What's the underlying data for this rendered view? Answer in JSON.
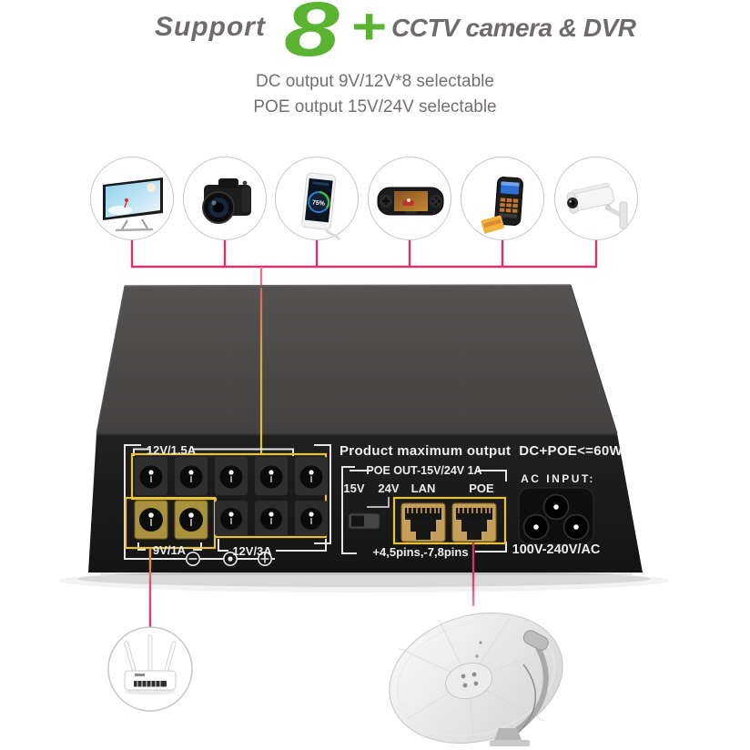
{
  "header": {
    "support": "Support",
    "count": "8",
    "plus": "+",
    "title": "CCTV camera & DVR",
    "subtitle1": "DC output 9V/12V*8 selectable",
    "subtitle2": "POE output 15V/24V selectable"
  },
  "supported_devices": [
    {
      "icon": "tv-icon"
    },
    {
      "icon": "dslr-camera-icon"
    },
    {
      "icon": "smartphone-icon",
      "battery": "75%"
    },
    {
      "icon": "game-console-icon"
    },
    {
      "icon": "pos-terminal-icon"
    },
    {
      "icon": "cctv-camera-icon"
    }
  ],
  "front_panel": {
    "dc_section": {
      "top_label": "12V/1.5A",
      "bottom_left_label": "9V/1A",
      "bottom_right_label": "12V/3A"
    },
    "max_output": "Product maximum output  DC+POE<=60W",
    "poe_section": {
      "title": "POE OUT-15V/24V 1A",
      "switch_left": "15V",
      "switch_right": "24V",
      "port1": "LAN",
      "port2": "POE",
      "pins_note": "+4,5pins,-7,8pins"
    },
    "ac_section": {
      "title": "AC INPUT:",
      "range": "100V-240V/AC"
    }
  },
  "colors": {
    "accent_pink": "#d4336f",
    "highlight_yellow": "#e8c138",
    "brand_green": "#5ab331",
    "heading_gray": "#6f6b6b"
  }
}
